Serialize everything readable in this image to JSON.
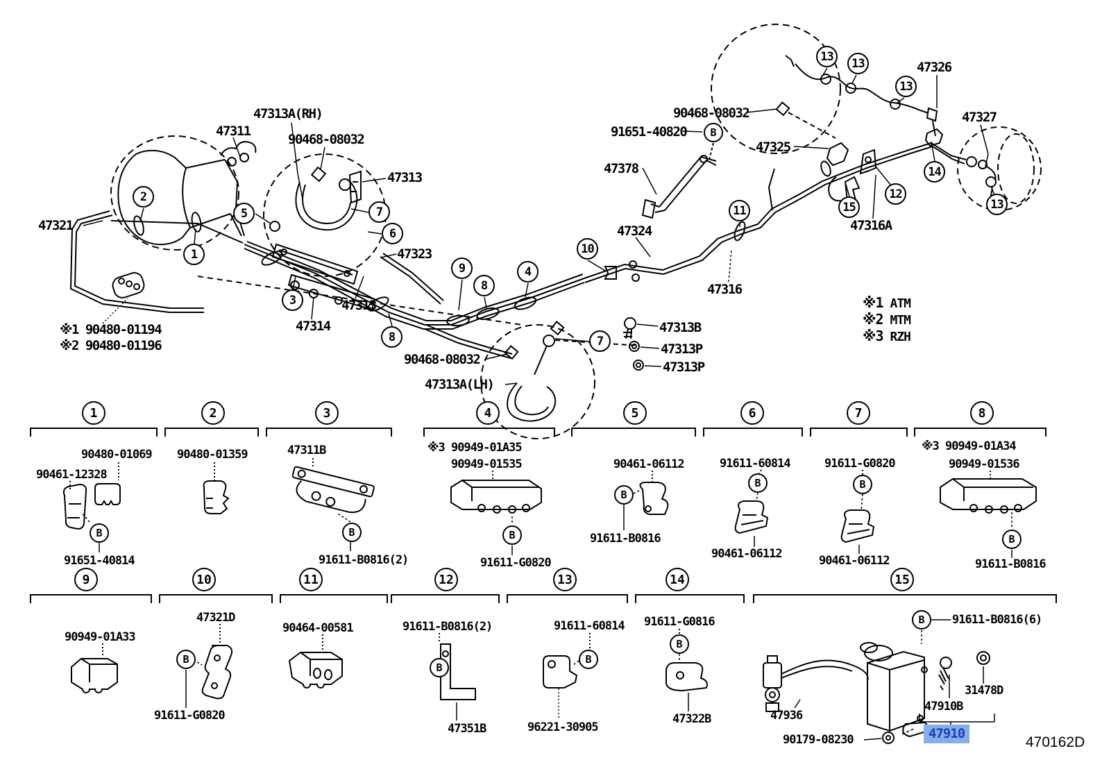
{
  "page": {
    "doc_number": "470162D",
    "background": "#ffffff",
    "line_color": "#000000",
    "highlight": {
      "part_number": "47910",
      "bg": "#85aeea",
      "fg": "#1c3eb8"
    }
  },
  "legend": {
    "items": [
      {
        "symbol": "※1",
        "value": "ATM"
      },
      {
        "symbol": "※2",
        "value": "MTM"
      },
      {
        "symbol": "※3",
        "value": "RZH"
      }
    ]
  },
  "main_labels": {
    "p47311": "47311",
    "p47313a_rh": "47313A(RH)",
    "p90468_08032": "90468-08032",
    "p47313": "47313",
    "p47321": "47321",
    "p47323": "47323",
    "p47315": "47315",
    "p47314": "47314",
    "note1": "※1 90480-01194",
    "note2": "※2 90480-01196",
    "p47313a_lh": "47313A(LH)",
    "p47313b": "47313B",
    "p47313p": "47313P",
    "p91651_40820": "91651-40820",
    "p47378": "47378",
    "p47325": "47325",
    "p47326": "47326",
    "p47327": "47327",
    "p47324": "47324",
    "p47316": "47316",
    "p47316a": "47316A"
  },
  "callouts": {
    "n1": "1",
    "n2": "2",
    "n3": "3",
    "n4": "4",
    "n5": "5",
    "n6": "6",
    "n7": "7",
    "n8": "8",
    "n9": "9",
    "n10": "10",
    "n11": "11",
    "n12": "12",
    "n13": "13",
    "n14": "14",
    "n15": "15",
    "b": "B"
  },
  "sections": [
    {
      "num": "1",
      "parts": [
        "90480-01069",
        "90461-12328",
        "91651-40814"
      ]
    },
    {
      "num": "2",
      "parts": [
        "90480-01359"
      ]
    },
    {
      "num": "3",
      "parts": [
        "47311B",
        "91611-B0816(2)"
      ]
    },
    {
      "num": "4",
      "parts": [
        "※3 90949-01A35",
        "90949-01535",
        "91611-G0820"
      ]
    },
    {
      "num": "5",
      "parts": [
        "90461-06112",
        "91611-B0816"
      ]
    },
    {
      "num": "6",
      "parts": [
        "91611-60814",
        "90461-06112"
      ]
    },
    {
      "num": "7",
      "parts": [
        "91611-G0820",
        "90461-06112"
      ]
    },
    {
      "num": "8",
      "parts": [
        "※3 90949-01A34",
        "90949-01536",
        "91611-B0816"
      ]
    },
    {
      "num": "9",
      "parts": [
        "90949-01A33"
      ]
    },
    {
      "num": "10",
      "parts": [
        "47321D",
        "91611-G0820"
      ]
    },
    {
      "num": "11",
      "parts": [
        "90464-00581"
      ]
    },
    {
      "num": "12",
      "parts": [
        "91611-B0816(2)",
        "47351B"
      ]
    },
    {
      "num": "13",
      "parts": [
        "91611-60814",
        "96221-30905"
      ]
    },
    {
      "num": "14",
      "parts": [
        "91611-G0816",
        "47322B"
      ]
    },
    {
      "num": "15",
      "parts": [
        "91611-B0816(6)",
        "47936",
        "90179-08230",
        "47910B",
        "31478D"
      ]
    }
  ]
}
